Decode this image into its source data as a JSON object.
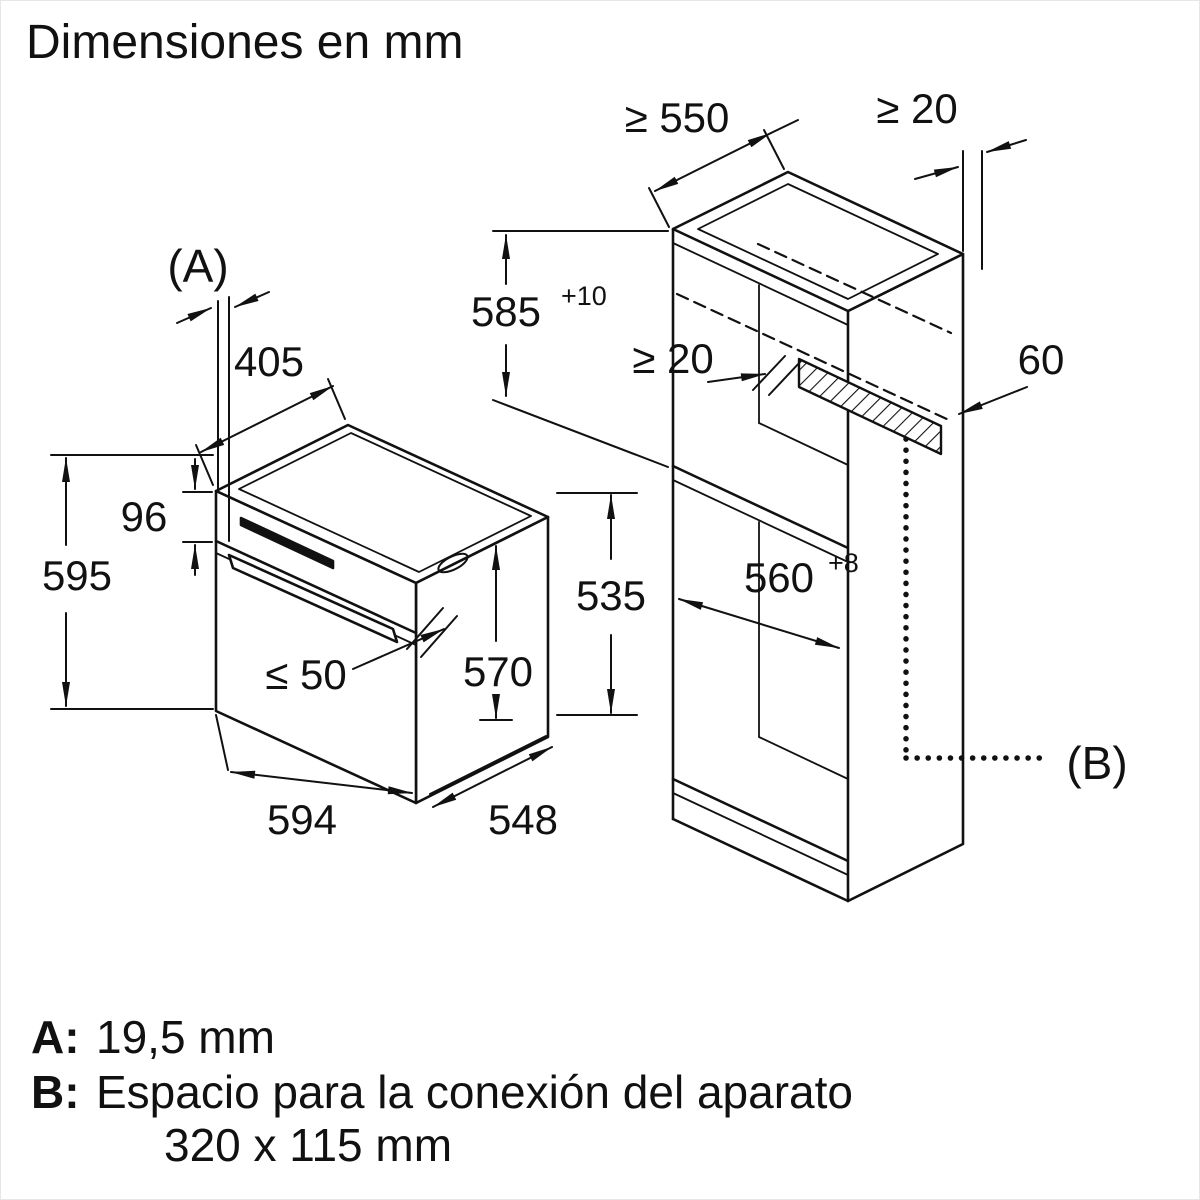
{
  "title": "Dimensiones en mm",
  "oven": {
    "label_a": "(A)",
    "depth_top": "405",
    "panel_height": "96",
    "height": "595",
    "handle_gap": "≤ 50",
    "inner_depth": "570",
    "width": "594",
    "side_depth": "548",
    "body_height": "535"
  },
  "cabinet": {
    "top_depth": "≥ 550",
    "rear_gap_top": "≥ 20",
    "niche_height": "585",
    "niche_height_tol": "+10",
    "vent_gap": "≥ 20",
    "vent_depth": "60",
    "niche_width": "560",
    "niche_width_tol": "+8",
    "label_b": "(B)"
  },
  "legend": {
    "a_key": "A:",
    "a_value": "19,5 mm",
    "b_key": "B:",
    "b_value": "Espacio para la conexión del aparato",
    "b_value2": "320 x 115 mm"
  }
}
